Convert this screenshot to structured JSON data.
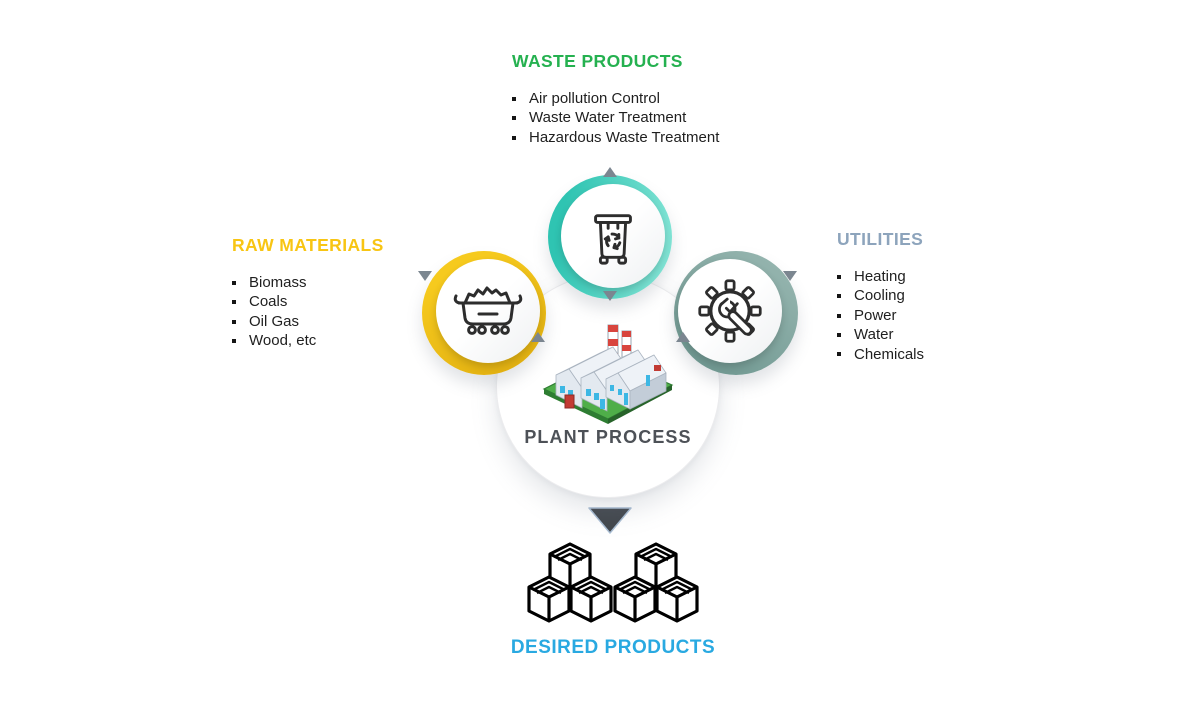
{
  "center": {
    "title": "PLANT PROCESS",
    "title_color": "#4d5157",
    "icon": "factory-illustration"
  },
  "sections": {
    "waste_products": {
      "title": "WASTE PRODUCTS",
      "title_color": "#25b150",
      "ring_color": "#3ecbb8",
      "icon": "recycle-bin-icon",
      "items": [
        "Air pollution Control",
        "Waste Water Treatment",
        "Hazardous Waste Treatment"
      ]
    },
    "raw_materials": {
      "title": "RAW MATERIALS",
      "title_color": "#f8c513",
      "ring_color": "#eec019",
      "icon": "mining-cart-icon",
      "items": [
        "Biomass",
        "Coals",
        "Oil Gas",
        "Wood, etc"
      ]
    },
    "utilities": {
      "title": "UTILITIES",
      "title_color": "#8da4bc",
      "ring_color": "#82a49e",
      "icon": "gear-wrench-icon",
      "items": [
        "Heating",
        "Cooling",
        "Power",
        "Water",
        "Chemicals"
      ]
    },
    "desired_products": {
      "title": "DESIRED PRODUCTS",
      "title_color": "#29a9e1",
      "icon": "product-cubes-icon"
    }
  },
  "arrows": {
    "chevron_color": "#7b8690",
    "output_arrow_color": "#42474d"
  }
}
